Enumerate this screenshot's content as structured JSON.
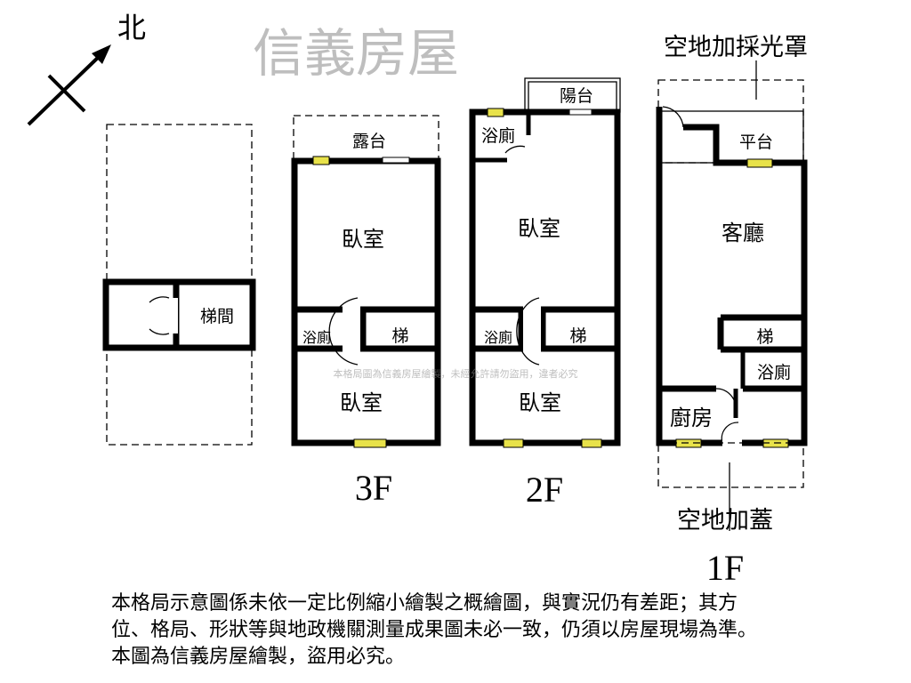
{
  "compass": {
    "north_label": "北"
  },
  "rooftop": {
    "stair_room": "梯間"
  },
  "floor3": {
    "label": "3F",
    "terrace": "露台",
    "bedroom_top": "臥室",
    "bath": "浴廁",
    "stairs": "梯",
    "bedroom_bottom": "臥室"
  },
  "floor2": {
    "label": "2F",
    "balcony": "陽台",
    "bath_top": "浴廁",
    "bedroom_top": "臥室",
    "bath": "浴廁",
    "stairs": "梯",
    "bedroom_bottom": "臥室"
  },
  "floor1": {
    "label": "1F",
    "skylight_note": "空地加採光罩",
    "platform": "平台",
    "living": "客廳",
    "stairs": "梯",
    "bath": "浴廁",
    "kitchen": "廚房",
    "addition_note": "空地加蓋"
  },
  "watermark": {
    "brand": "信義房屋",
    "notice": "本格局圖為信義房屋繪製，未經允許請勿盜用，違者必究"
  },
  "disclaimer": [
    "本格局示意圖係未依一定比例縮小繪製之概繪圖，與實況仍有差距；其方",
    "位、格局、形狀等與地政機關測量成果圖未必一致，仍須以房屋現場為準。",
    "本圖為信義房屋繪製，盜用必究。"
  ]
}
